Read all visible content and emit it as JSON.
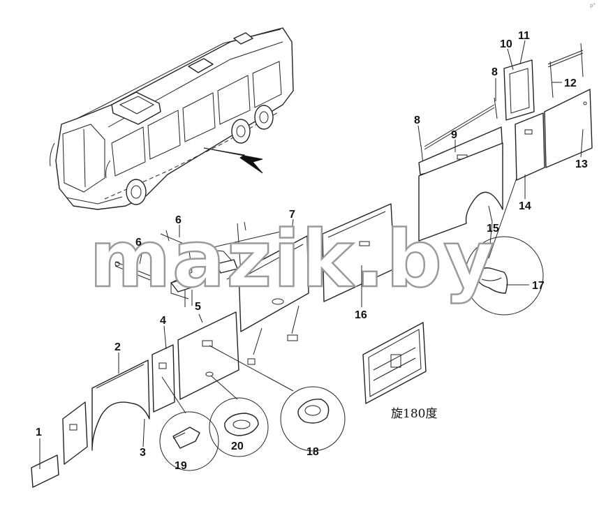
{
  "diagram": {
    "watermark": "mazik.by",
    "rotate_note": "旋180度",
    "corner_mark": "p°",
    "callouts": [
      {
        "id": "c1",
        "label": "1"
      },
      {
        "id": "c2",
        "label": "2"
      },
      {
        "id": "c3",
        "label": "3"
      },
      {
        "id": "c4",
        "label": "4"
      },
      {
        "id": "c5",
        "label": "5"
      },
      {
        "id": "c6a",
        "label": "6"
      },
      {
        "id": "c6b",
        "label": "6"
      },
      {
        "id": "c7",
        "label": "7"
      },
      {
        "id": "c8a",
        "label": "8"
      },
      {
        "id": "c8b",
        "label": "8"
      },
      {
        "id": "c9",
        "label": "9"
      },
      {
        "id": "c10",
        "label": "10"
      },
      {
        "id": "c11",
        "label": "11"
      },
      {
        "id": "c12",
        "label": "12"
      },
      {
        "id": "c13",
        "label": "13"
      },
      {
        "id": "c14",
        "label": "14"
      },
      {
        "id": "c15",
        "label": "15"
      },
      {
        "id": "c16",
        "label": "16"
      },
      {
        "id": "c17",
        "label": "17"
      },
      {
        "id": "c18",
        "label": "18"
      },
      {
        "id": "c19",
        "label": "19"
      },
      {
        "id": "c20",
        "label": "20"
      }
    ]
  }
}
